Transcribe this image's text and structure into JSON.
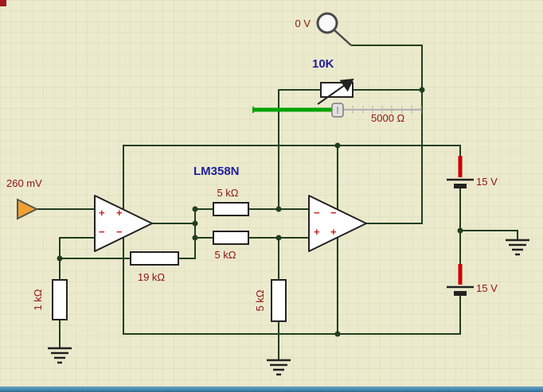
{
  "probe": {
    "reading": "0 V"
  },
  "potentiometer": {
    "label": "10K",
    "value": "5000 Ω"
  },
  "ic_label": "LM358N",
  "source": {
    "label": "260 mV"
  },
  "resistors": {
    "top": {
      "label": "5 kΩ"
    },
    "bottom": {
      "label": "5 kΩ"
    },
    "feedback": {
      "label": "19 kΩ"
    },
    "input": {
      "label": "1 kΩ"
    },
    "ground": {
      "label": "5 kΩ"
    }
  },
  "batteries": {
    "top": {
      "label": "15 V"
    },
    "bottom": {
      "label": "15 V"
    }
  },
  "opamp_marks": {
    "plus": "+",
    "minus": "−"
  },
  "colors": {
    "background": "#eceacd",
    "grid": "#d9d7b4",
    "wire": "#203f20",
    "value_label": "#8f1212",
    "component_name": "#1f1f9e",
    "polarity_mark": "#cc2020",
    "slider_fill": "#00a300",
    "battery_terminal": "#cc0000",
    "status_bar": "#2e6e96"
  }
}
